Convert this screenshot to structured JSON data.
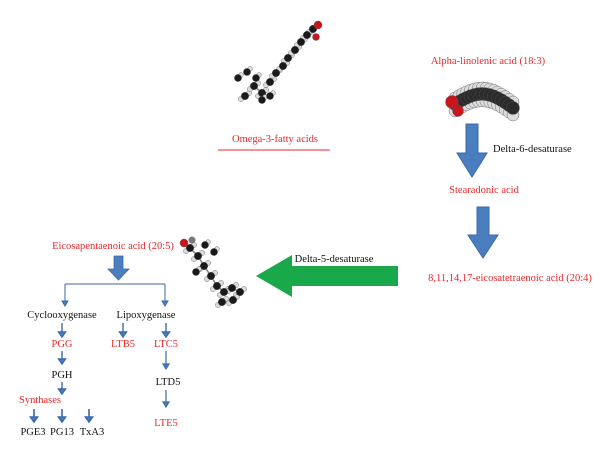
{
  "colors": {
    "red_text": "#e8282b",
    "black_text": "#111111",
    "blue_arrow": "#4a7ebf",
    "blue_arrow_edge": "#3a6aa8",
    "green_arrow": "#19a84a",
    "atom_carbon": "#1a1a1a",
    "atom_hydrogen": "#dcdcdc",
    "atom_oxygen": "#c8161d"
  },
  "header": {
    "omega_title": "Omega-3-fatty acids"
  },
  "pathway": {
    "alpha_linolenic": "Alpha-linolenic acid (18:3)",
    "delta6": "Delta-6-desaturase",
    "stearadonic": "Stearadonic acid",
    "eicosatetraenoic": "8,11,14,17-eicosatetraenoic acid (20:4)",
    "delta5": "Delta-5-desaturase",
    "epa": "Eicosapentaenoic acid (20:5)"
  },
  "cox_branch": {
    "cyclooxygenase": "Cyclooxygenase",
    "pgg": "PGG",
    "pgh": "PGH",
    "synthases": "Synthases",
    "pge3": "PGE3",
    "pg13": "PG13",
    "txa3": "TxA3"
  },
  "lox_branch": {
    "lipoxygenase": "Lipoxygenase",
    "ltb5": "LTB5",
    "ltc5": "LTC5",
    "ltd5": "LTD5",
    "lte5": "LTE5"
  },
  "icons": {
    "molecule_top": "ball-and-stick-molecule",
    "molecule_right": "space-filling-molecule",
    "molecule_left": "ball-and-stick-molecule"
  }
}
